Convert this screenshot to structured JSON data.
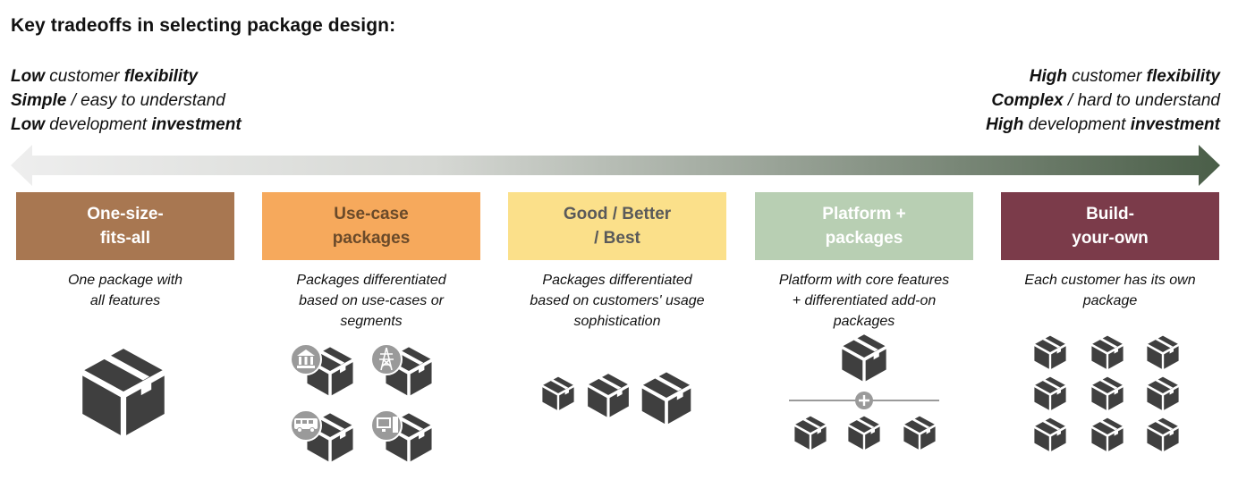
{
  "title": "Key tradeoffs in selecting package design:",
  "left_scale": {
    "line1": {
      "bold": "Low",
      "mid": " customer ",
      "bold2": "flexibility"
    },
    "line2": {
      "bold": "Simple",
      "mid": " / easy to understand"
    },
    "line3": {
      "bold": "Low",
      "mid": " development ",
      "bold2": "investment"
    }
  },
  "right_scale": {
    "line1": {
      "bold": "High",
      "mid": " customer ",
      "bold2": "flexibility"
    },
    "line2": {
      "bold": "Complex",
      "mid": " / hard to understand"
    },
    "line3": {
      "bold": "High",
      "mid": " development ",
      "bold2": "investment"
    }
  },
  "colors": {
    "arrow_start": "#eeeeee",
    "arrow_end": "#4a5e48",
    "icon": "#3f3f3f",
    "badge": "#9a9a9a"
  },
  "categories": [
    {
      "label": "One-size-\nfits-all",
      "color": "#a87751",
      "text_color": "#ffffff",
      "description": "One package with\nall features",
      "icon": "single-large-box-icon"
    },
    {
      "label": "Use-case\npackages",
      "color": "#f6a95c",
      "text_color": "#6a4a2a",
      "description": "Packages differentiated\nbased on use-cases or\nsegments",
      "icon": "use-case-boxes-icon"
    },
    {
      "label": "Good / Better\n/ Best",
      "color": "#fbe08a",
      "text_color": "#5a5a5a",
      "description": "Packages differentiated\nbased on customers' usage\nsophistication",
      "icon": "tiered-boxes-icon"
    },
    {
      "label": "Platform +\npackages",
      "color": "#b8cfb3",
      "text_color": "#ffffff",
      "description": "Platform with core features\n+ differentiated add-on\npackages",
      "icon": "platform-addon-boxes-icon"
    },
    {
      "label": "Build-\nyour-own",
      "color": "#7b3b4a",
      "text_color": "#ffffff",
      "description": "Each customer has its own\npackage",
      "icon": "box-grid-icon"
    }
  ],
  "use_case_badges": [
    "bank-icon",
    "power-tower-icon",
    "bus-icon",
    "computer-icon"
  ]
}
